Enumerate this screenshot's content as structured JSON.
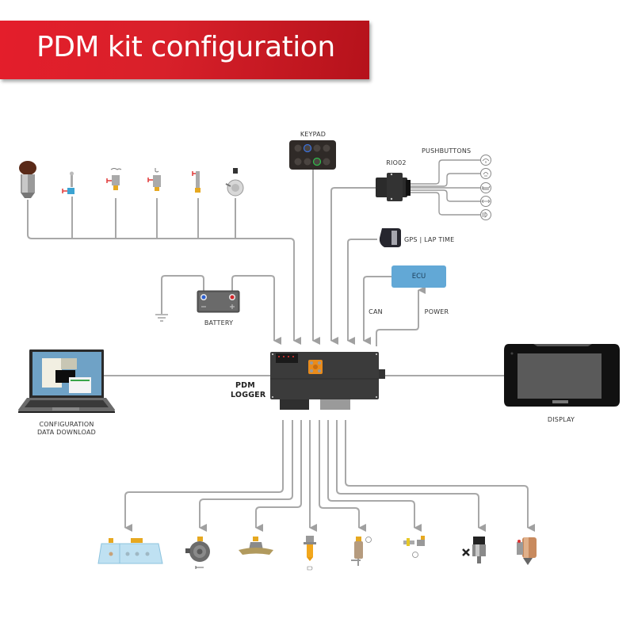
{
  "header": {
    "title": "PDM kit configuration",
    "accent_color": "#d8202a"
  },
  "components": {
    "keypad": {
      "label": "KEYPAD",
      "buttons": 8,
      "highlight_colors": [
        "#3a6fd8",
        "#2fb84a"
      ]
    },
    "rio": {
      "label": "RIO02"
    },
    "pushbuttons": {
      "label": "PUSHBUTTONS",
      "items": [
        "wiper-icon",
        "washer-icon",
        "horn-icon",
        "indicator-icon",
        "light-icon"
      ]
    },
    "gps": {
      "label": "GPS | LAP TIME"
    },
    "ecu": {
      "label": "ECU",
      "color": "#62a8d6"
    },
    "can": {
      "label": "CAN"
    },
    "power": {
      "label": "POWER"
    },
    "battery": {
      "label": "BATTERY",
      "negative": "-",
      "positive": "+"
    },
    "pdm": {
      "label_line1": "PDM",
      "label_line2": "LOGGER"
    },
    "laptop": {
      "label_line1": "CONFIGURATION",
      "label_line2": "DATA DOWNLOAD"
    },
    "display": {
      "label": "DISPLAY"
    }
  },
  "inputs": [
    {
      "name": "fuel-filter-sensor"
    },
    {
      "name": "pressure-sensor"
    },
    {
      "name": "oil-pressure-sensor"
    },
    {
      "name": "water-temp-sensor"
    },
    {
      "name": "temperature-probe"
    },
    {
      "name": "fuel-level-sensor"
    }
  ],
  "outputs": [
    {
      "name": "headlight-unit"
    },
    {
      "name": "horn"
    },
    {
      "name": "wiper-motor"
    },
    {
      "name": "lamp-bulb"
    },
    {
      "name": "washer-pump"
    },
    {
      "name": "washer-valve"
    },
    {
      "name": "radiator-fan"
    },
    {
      "name": "starter-motor"
    }
  ]
}
